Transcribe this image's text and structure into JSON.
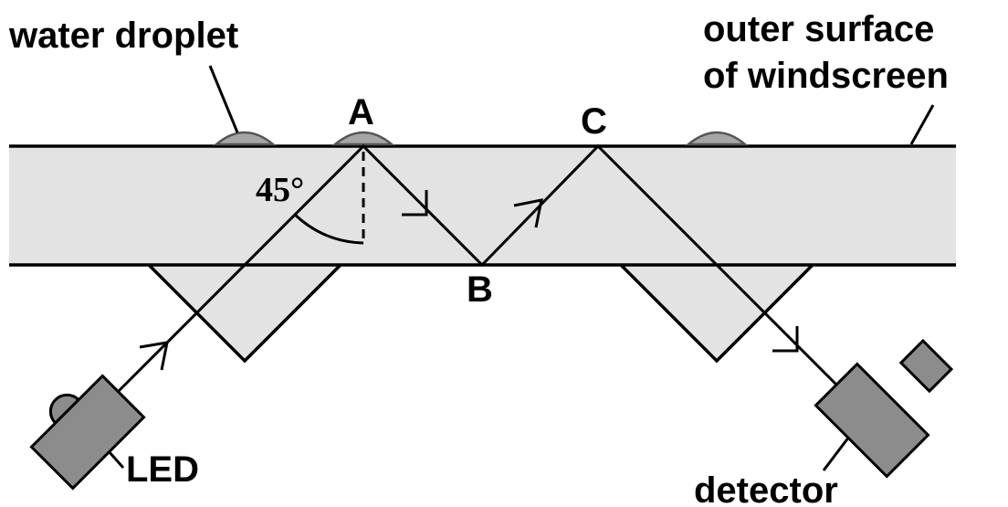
{
  "labels": {
    "water_droplet": "water droplet",
    "outer_surface_line1": "outer surface",
    "outer_surface_line2": "of windscreen",
    "point_a": "A",
    "point_b": "B",
    "point_c": "C",
    "angle": "45°",
    "led": "LED",
    "detector": "detector"
  },
  "colors": {
    "glass": "#e3e3e3",
    "droplet": "#a6a6a6",
    "device": "#8c8c8c",
    "line": "#000000"
  }
}
